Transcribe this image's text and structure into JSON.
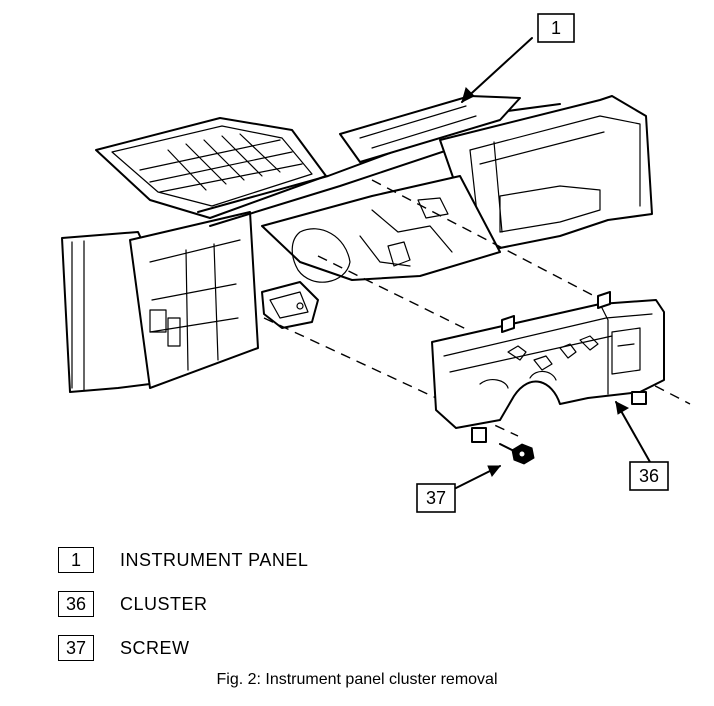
{
  "figure": {
    "caption": "Fig. 2: Instrument panel cluster removal",
    "callouts": [
      {
        "id": "1",
        "label": "1"
      },
      {
        "id": "36",
        "label": "36"
      },
      {
        "id": "37",
        "label": "37"
      }
    ]
  },
  "legend": [
    {
      "number": "1",
      "text": "INSTRUMENT PANEL"
    },
    {
      "number": "36",
      "text": "CLUSTER"
    },
    {
      "number": "37",
      "text": "SCREW"
    }
  ]
}
